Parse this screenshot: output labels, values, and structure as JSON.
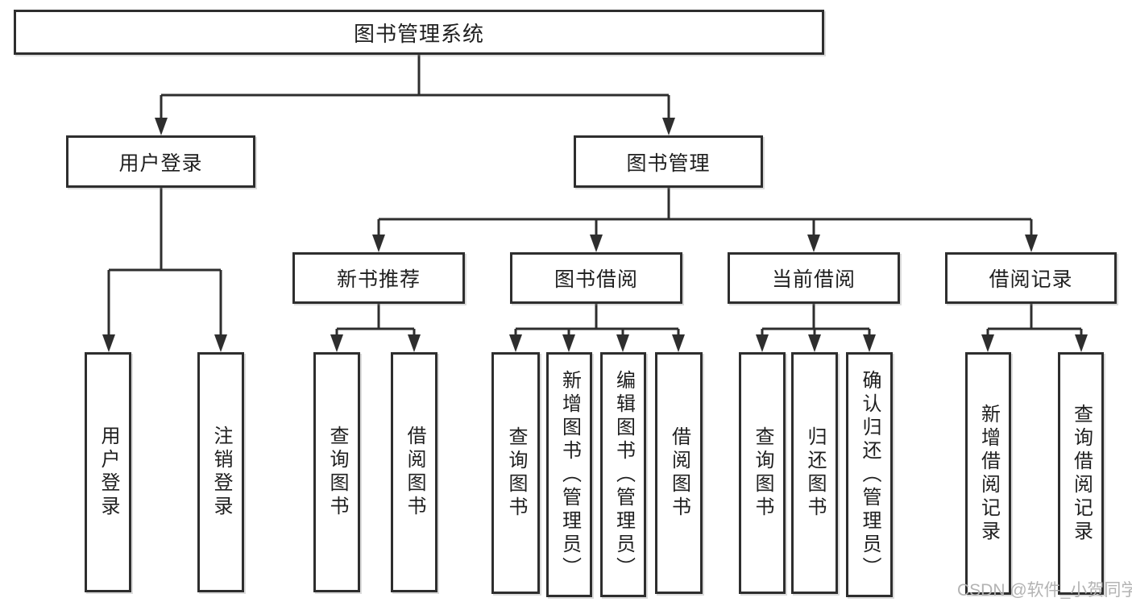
{
  "diagram": {
    "type": "hierarchy-tree",
    "colors": {
      "line": "#2e2e2e",
      "box_background": "#ffffff",
      "text": "#1f1f1f",
      "watermark": "#b3b3b3"
    },
    "tree": {
      "label": "图书管理系统",
      "children": [
        {
          "label": "用户登录",
          "children": [
            {
              "label": "用户登录"
            },
            {
              "label": "注销登录"
            }
          ]
        },
        {
          "label": "图书管理",
          "children": [
            {
              "label": "新书推荐",
              "children": [
                {
                  "label": "查询图书"
                },
                {
                  "label": "借阅图书"
                }
              ]
            },
            {
              "label": "图书借阅",
              "children": [
                {
                  "label": "查询图书"
                },
                {
                  "label": "新增图书（管理员）"
                },
                {
                  "label": "编辑图书（管理员）"
                },
                {
                  "label": "借阅图书"
                }
              ]
            },
            {
              "label": "当前借阅",
              "children": [
                {
                  "label": "查询图书"
                },
                {
                  "label": "归还图书"
                },
                {
                  "label": "确认归还（管理员）"
                }
              ]
            },
            {
              "label": "借阅记录",
              "children": [
                {
                  "label": "新增借阅记录"
                },
                {
                  "label": "查询借阅记录"
                }
              ]
            }
          ]
        }
      ]
    },
    "watermark": {
      "text": "CSDN @软件_小贺同学"
    }
  }
}
